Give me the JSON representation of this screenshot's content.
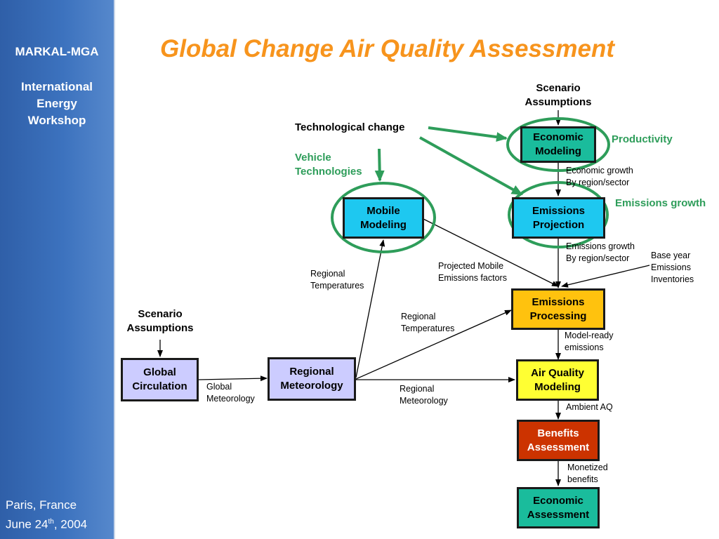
{
  "sidebar": {
    "title": "MARKAL-MGA",
    "subtitle": "International\nEnergy\nWorkshop",
    "place": "Paris, France",
    "date_prefix": "June 24",
    "date_sup": "th",
    "date_suffix": ", 2004"
  },
  "title": "Global Change Air Quality Assessment",
  "boxes": {
    "economic_modeling": "Economic\nModeling",
    "emissions_projection": "Emissions\nProjection",
    "mobile_modeling": "Mobile\nModeling",
    "emissions_processing": "Emissions\nProcessing",
    "global_circulation": "Global\nCirculation",
    "regional_meteorology": "Regional\nMeteorology",
    "air_quality_modeling": "Air Quality\nModeling",
    "benefits_assessment": "Benefits\nAssessment",
    "economic_assessment": "Economic\nAssessment"
  },
  "labels": {
    "scenario_top": "Scenario\nAssumptions",
    "scenario_left": "Scenario\nAssumptions",
    "tech_change": "Technological change",
    "vehicle_tech": "Vehicle\nTechnologies",
    "productivity": "Productivity",
    "emissions_growth": "Emissions growth",
    "econ_growth": "Economic growth\nBy region/sector",
    "emis_growth_sector": "Emissions growth\nBy region/sector",
    "base_year": "Base year\nEmissions\nInventories",
    "proj_mobile": "Projected Mobile\nEmissions factors",
    "reg_temp_1": "Regional\nTemperatures",
    "reg_temp_2": "Regional\nTemperatures",
    "global_met": "Global\nMeteorology",
    "reg_met": "Regional\nMeteorology",
    "model_ready": "Model-ready\nemissions",
    "ambient_aq": "Ambient AQ",
    "monetized": "Monetized\nbenefits"
  },
  "colors": {
    "title": "#f7941d",
    "economic": "#1abc9c",
    "emissions_projection": "#1ec8f0",
    "mobile": "#1ec8f0",
    "processing": "#ffc20e",
    "global": "#ccccff",
    "air_quality": "#ffff33",
    "benefits": "#cc3300",
    "green_annotation": "#2e9d5a"
  }
}
